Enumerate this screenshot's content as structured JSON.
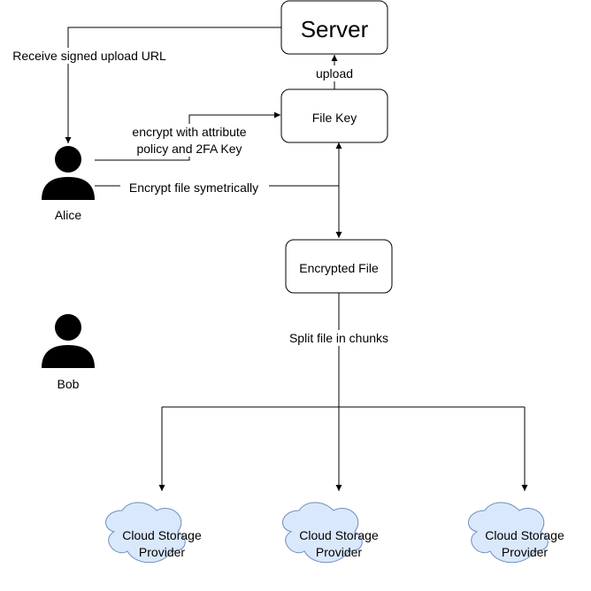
{
  "colors": {
    "line": "#000000",
    "cloud_fill": "#dae8fc",
    "cloud_stroke": "#6c8ebf",
    "box_fill": "#ffffff"
  },
  "nodes": {
    "server": "Server",
    "file_key": "File Key",
    "encrypted_file": "Encrypted File",
    "cloud_1": [
      "Cloud Storage",
      "Provider"
    ],
    "cloud_2": [
      "Cloud Storage",
      "Provider"
    ],
    "cloud_3": [
      "Cloud Storage",
      "Provider"
    ]
  },
  "actors": {
    "alice": {
      "name": "Alice",
      "icon": "user-icon"
    },
    "bob": {
      "name": "Bob",
      "icon": "user-icon"
    }
  },
  "edges": {
    "receive_signed_url": "Receive signed upload URL",
    "upload": "upload",
    "encrypt_with_policy": [
      "encrypt with attribute",
      "policy and 2FA Key"
    ],
    "encrypt_file": "Encrypt file symetrically",
    "split_file": "Split file in chunks"
  }
}
